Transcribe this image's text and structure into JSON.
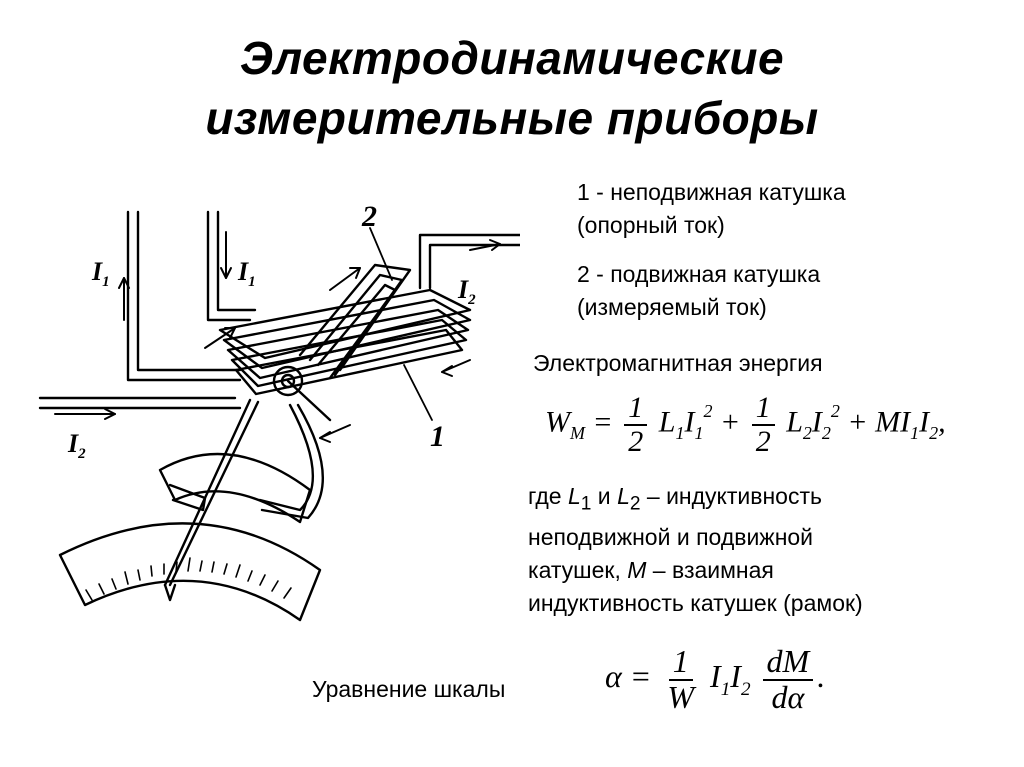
{
  "title": {
    "line1": "Электродинамические",
    "line2": "измерительные приборы"
  },
  "legend": {
    "item1_line1": "1 - неподвижная катушка",
    "item1_line2": "(опорный ток)",
    "item2_line1": "2 - подвижная катушка",
    "item2_line2": "(измеряемый ток)"
  },
  "energy": {
    "label": "Электромагнитная энергия",
    "W": "W",
    "W_sub": "M",
    "eq": "=",
    "one": "1",
    "two": "2",
    "L1": "L",
    "L1_sub": "1",
    "I1": "I",
    "I1_sub": "1",
    "sq": "2",
    "plus": "+",
    "L2": "L",
    "L2_sub": "2",
    "I2": "I",
    "I2_sub": "2",
    "M": "M",
    "tail": ","
  },
  "where": {
    "line1_prefix": "где ",
    "L": "L",
    "sub1": "1",
    "and": " и ",
    "sub2": "2",
    "line1_suffix": " – индуктивность",
    "line2": "неподвижной и подвижной",
    "line3_prefix": "катушек,  ",
    "M": "M",
    "line3_suffix": " – взаимная",
    "line4": "индуктивность катушек (рамок)"
  },
  "scale": {
    "label": "Уравнение шкалы",
    "alpha": "α",
    "eq": "=",
    "one": "1",
    "W": "W",
    "I": "I",
    "sub1": "1",
    "sub2": "2",
    "dM": "dM",
    "dalpha": "dα",
    "dot": "."
  },
  "diagram": {
    "label_I1_left": "I",
    "label_I1_right": "I",
    "label_I2_top": "I",
    "label_I2_left": "I",
    "sub1": "1",
    "sub2": "2",
    "label_coil2": "2",
    "label_coil1": "1"
  }
}
